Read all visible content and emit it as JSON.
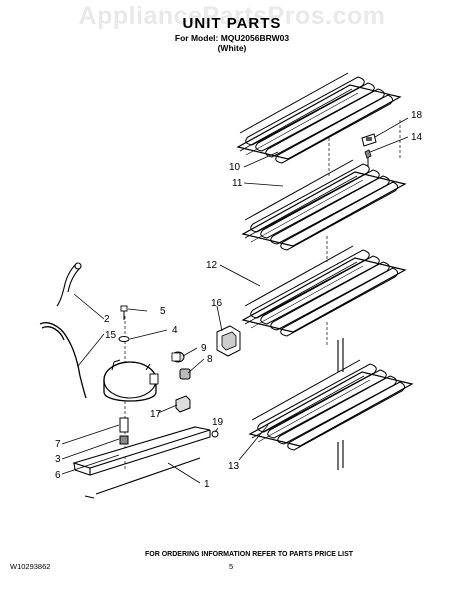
{
  "watermark": "AppliancePartsPros.com",
  "title": "UNIT PARTS",
  "model_line": "For Model: MQU2056BRW03",
  "color_line": "(White)",
  "footer": {
    "ordering_note": "FOR ORDERING INFORMATION REFER TO PARTS PRICE LIST",
    "doc_number": "W10293862",
    "page_number": "5"
  },
  "callouts": [
    "1",
    "2",
    "3",
    "4",
    "5",
    "6",
    "7",
    "8",
    "9",
    "10",
    "11",
    "12",
    "13",
    "14",
    "15",
    "16",
    "17",
    "18",
    "19"
  ]
}
